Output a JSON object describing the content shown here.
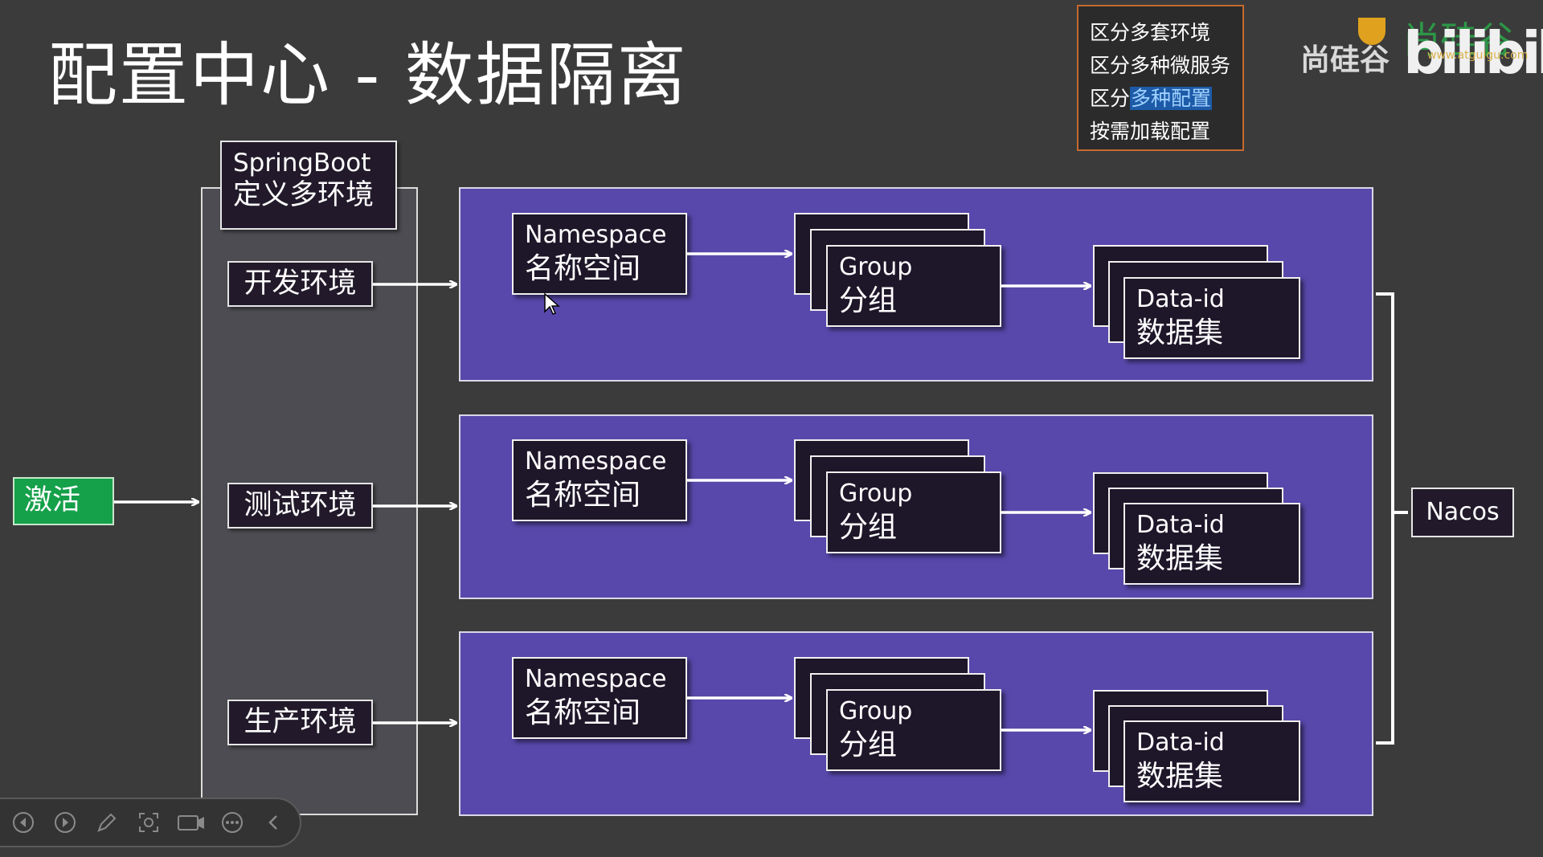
{
  "title": "配置中心 - 数据隔离",
  "notes": {
    "lines": [
      "区分多套环境",
      "区分多种微服务"
    ],
    "line3_prefix": "区分",
    "line3_highlight": "多种配置",
    "line4": "按需加载配置"
  },
  "brand": {
    "name": "尚硅谷",
    "bili": "bilibili",
    "bili_watermark": "尚硅谷",
    "url": "www.atguigu.com"
  },
  "springboot": {
    "line1": "SpringBoot",
    "line2": "定义多环境"
  },
  "activate": "激活",
  "environments": [
    "开发环境",
    "测试环境",
    "生产环境"
  ],
  "namespace": {
    "en": "Namespace",
    "zh": "名称空间"
  },
  "group": {
    "en": "Group",
    "zh": "分组"
  },
  "dataset": {
    "en": "Data-id",
    "zh": "数据集"
  },
  "nacos": "Nacos",
  "colors": {
    "background": "#3b3b3b",
    "band": "#5848ab",
    "card": "#1e1629",
    "activate": "#15a04a",
    "note_border": "#c56a2e",
    "highlight": "#1d5ba8"
  },
  "toolbar_icons": [
    "prev-icon",
    "next-icon",
    "pen-icon",
    "zoom-icon",
    "camera-icon",
    "more-icon",
    "collapse-icon"
  ]
}
